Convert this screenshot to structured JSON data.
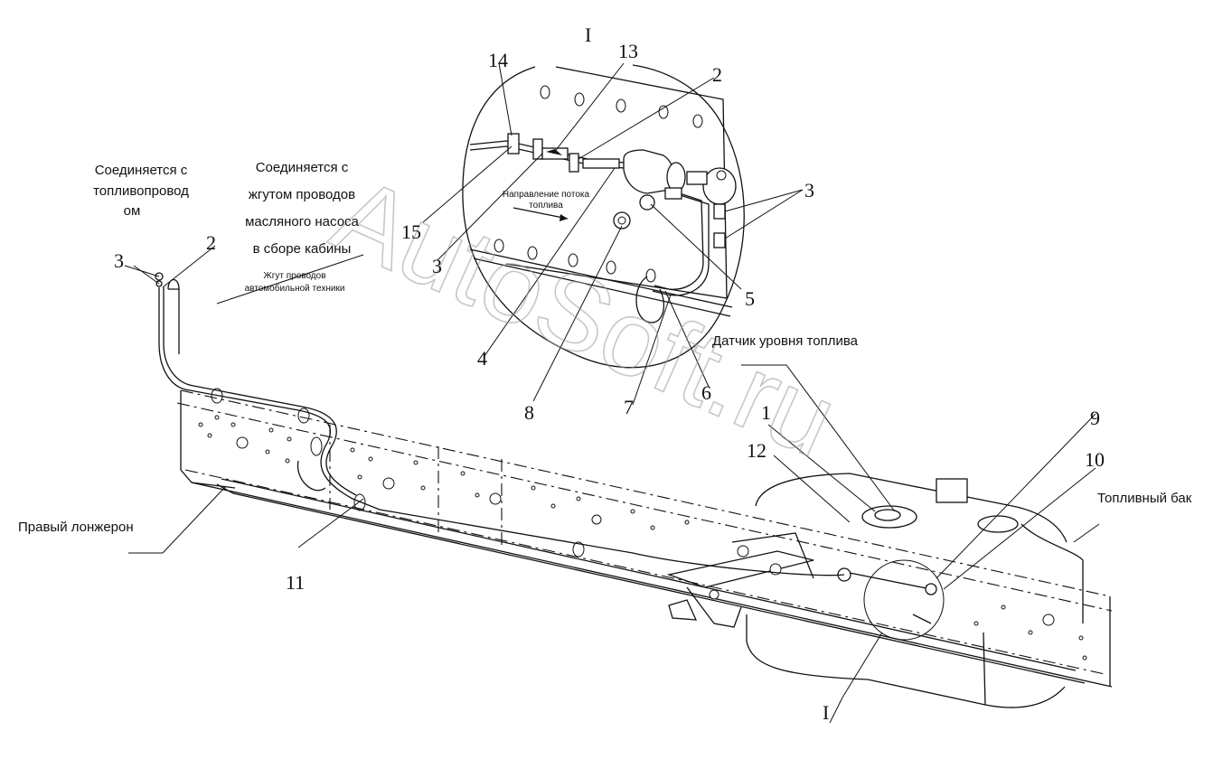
{
  "callouts": {
    "c1": "1",
    "c2": "2",
    "c2b": "2",
    "c3": "3",
    "c3b": "3",
    "c3c": "3",
    "c4": "4",
    "c5": "5",
    "c6": "6",
    "c7": "7",
    "c8": "8",
    "c9": "9",
    "c10": "10",
    "c11": "11",
    "c12": "12",
    "c13": "13",
    "c14": "14",
    "c15": "15"
  },
  "section_marks": {
    "top": "I",
    "bottom": "I"
  },
  "labels": {
    "fuel_line_1": "Соединяется с",
    "fuel_line_2": "топливопровод",
    "fuel_line_3": "ом",
    "harness_1": "Соединяется с",
    "harness_2": "жгутом проводов",
    "harness_3": "масляного насоса",
    "harness_4": "в сборе кабины",
    "vehicle_harness_1": "Жгут проводов",
    "vehicle_harness_2": "автомобильной техники",
    "flow_1": "Направление потока",
    "flow_2": "топлива",
    "fuel_sensor": "Датчик уровня топлива",
    "fuel_tank": "Топливный бак",
    "right_rail": "Правый лонжерон"
  },
  "watermark": "AutoSoft.ru"
}
